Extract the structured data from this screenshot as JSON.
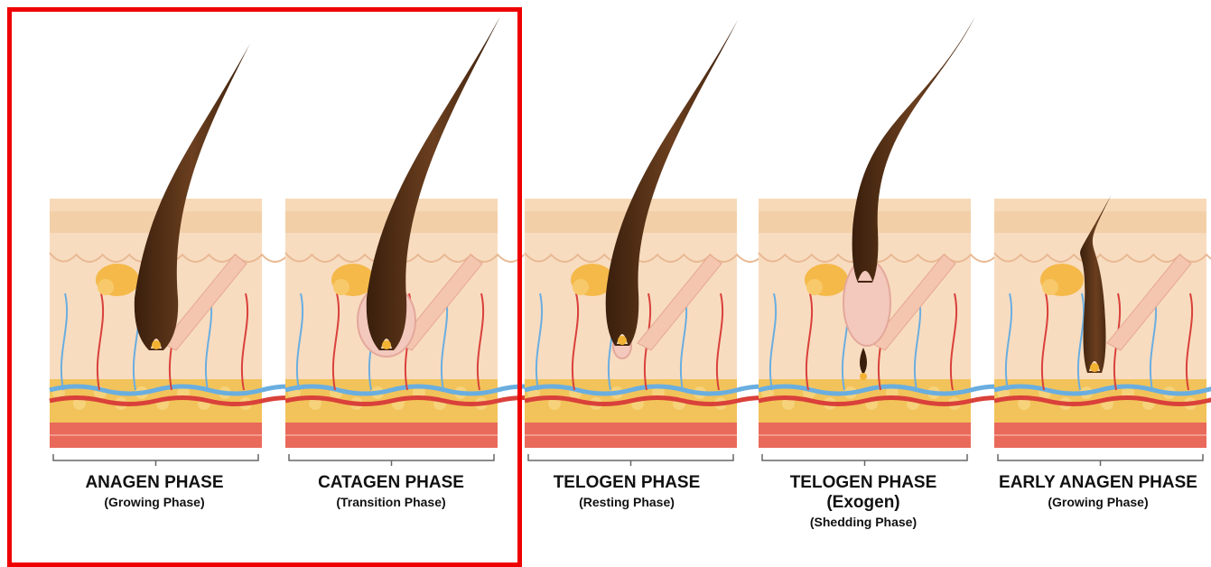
{
  "colors": {
    "highlight_border": "#ee0000",
    "hair": "#4a2a12",
    "skin_top": "#f3cfa8",
    "skin_dermis": "#f8dcc0",
    "vein": "#6aaee0",
    "artery": "#d9413a",
    "fat": "#f2c35a",
    "muscle": "#e96a5b"
  },
  "phases": [
    {
      "title": "ANAGEN PHASE",
      "extra": "",
      "subtitle": "(Growing Phase)",
      "icon": "hair-follicle-anagen-icon"
    },
    {
      "title": "CATAGEN PHASE",
      "extra": "",
      "subtitle": "(Transition Phase)",
      "icon": "hair-follicle-catagen-icon"
    },
    {
      "title": "TELOGEN PHASE",
      "extra": "",
      "subtitle": "(Resting Phase)",
      "icon": "hair-follicle-telogen-icon"
    },
    {
      "title": "TELOGEN PHASE",
      "extra": "(Exogen)",
      "subtitle": "(Shedding Phase)",
      "icon": "hair-follicle-exogen-icon"
    },
    {
      "title": "EARLY ANAGEN PHASE",
      "extra": "",
      "subtitle": "(Growing Phase)",
      "icon": "hair-follicle-early-anagen-icon"
    }
  ]
}
